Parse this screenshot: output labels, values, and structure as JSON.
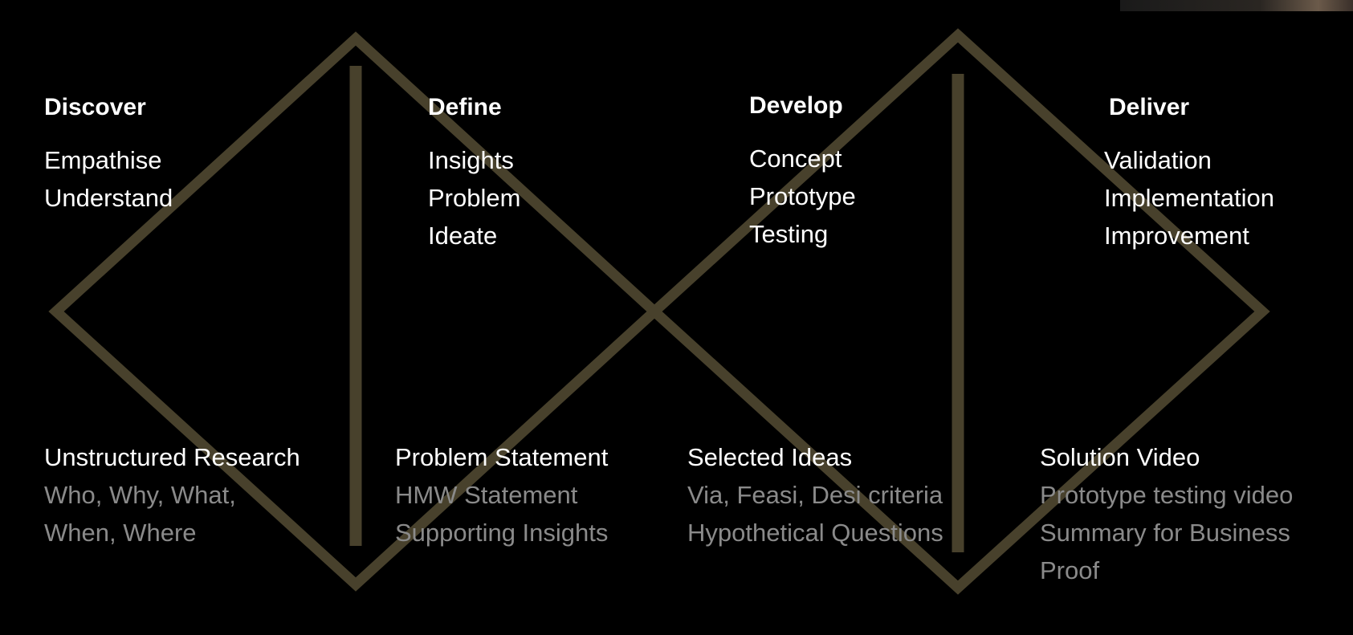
{
  "colors": {
    "background": "#000000",
    "diamond_stroke": "#48412c",
    "primary_text": "#ffffff",
    "secondary_text": "#8a8a8a"
  },
  "stages": [
    {
      "title": "Discover",
      "items": [
        "Empathise",
        "Understand"
      ]
    },
    {
      "title": "Define",
      "items": [
        "Insights",
        "Problem",
        "Ideate"
      ]
    },
    {
      "title": "Develop",
      "items": [
        "Concept",
        "Prototype",
        "Testing"
      ]
    },
    {
      "title": "Deliver",
      "items": [
        "Validation",
        "Implementation",
        "Improvement"
      ]
    }
  ],
  "outputs": [
    {
      "title": "Unstructured Research",
      "lines": [
        "Who, Why, What,",
        "When, Where"
      ]
    },
    {
      "title": "Problem Statement",
      "lines": [
        "HMW Statement",
        "Supporting Insights"
      ]
    },
    {
      "title": "Selected Ideas",
      "lines": [
        "Via, Feasi, Desi criteria",
        "Hypothetical Questions"
      ]
    },
    {
      "title": "Solution Video",
      "lines": [
        "Prototype testing video",
        "Summary for Business",
        "Proof"
      ]
    }
  ]
}
